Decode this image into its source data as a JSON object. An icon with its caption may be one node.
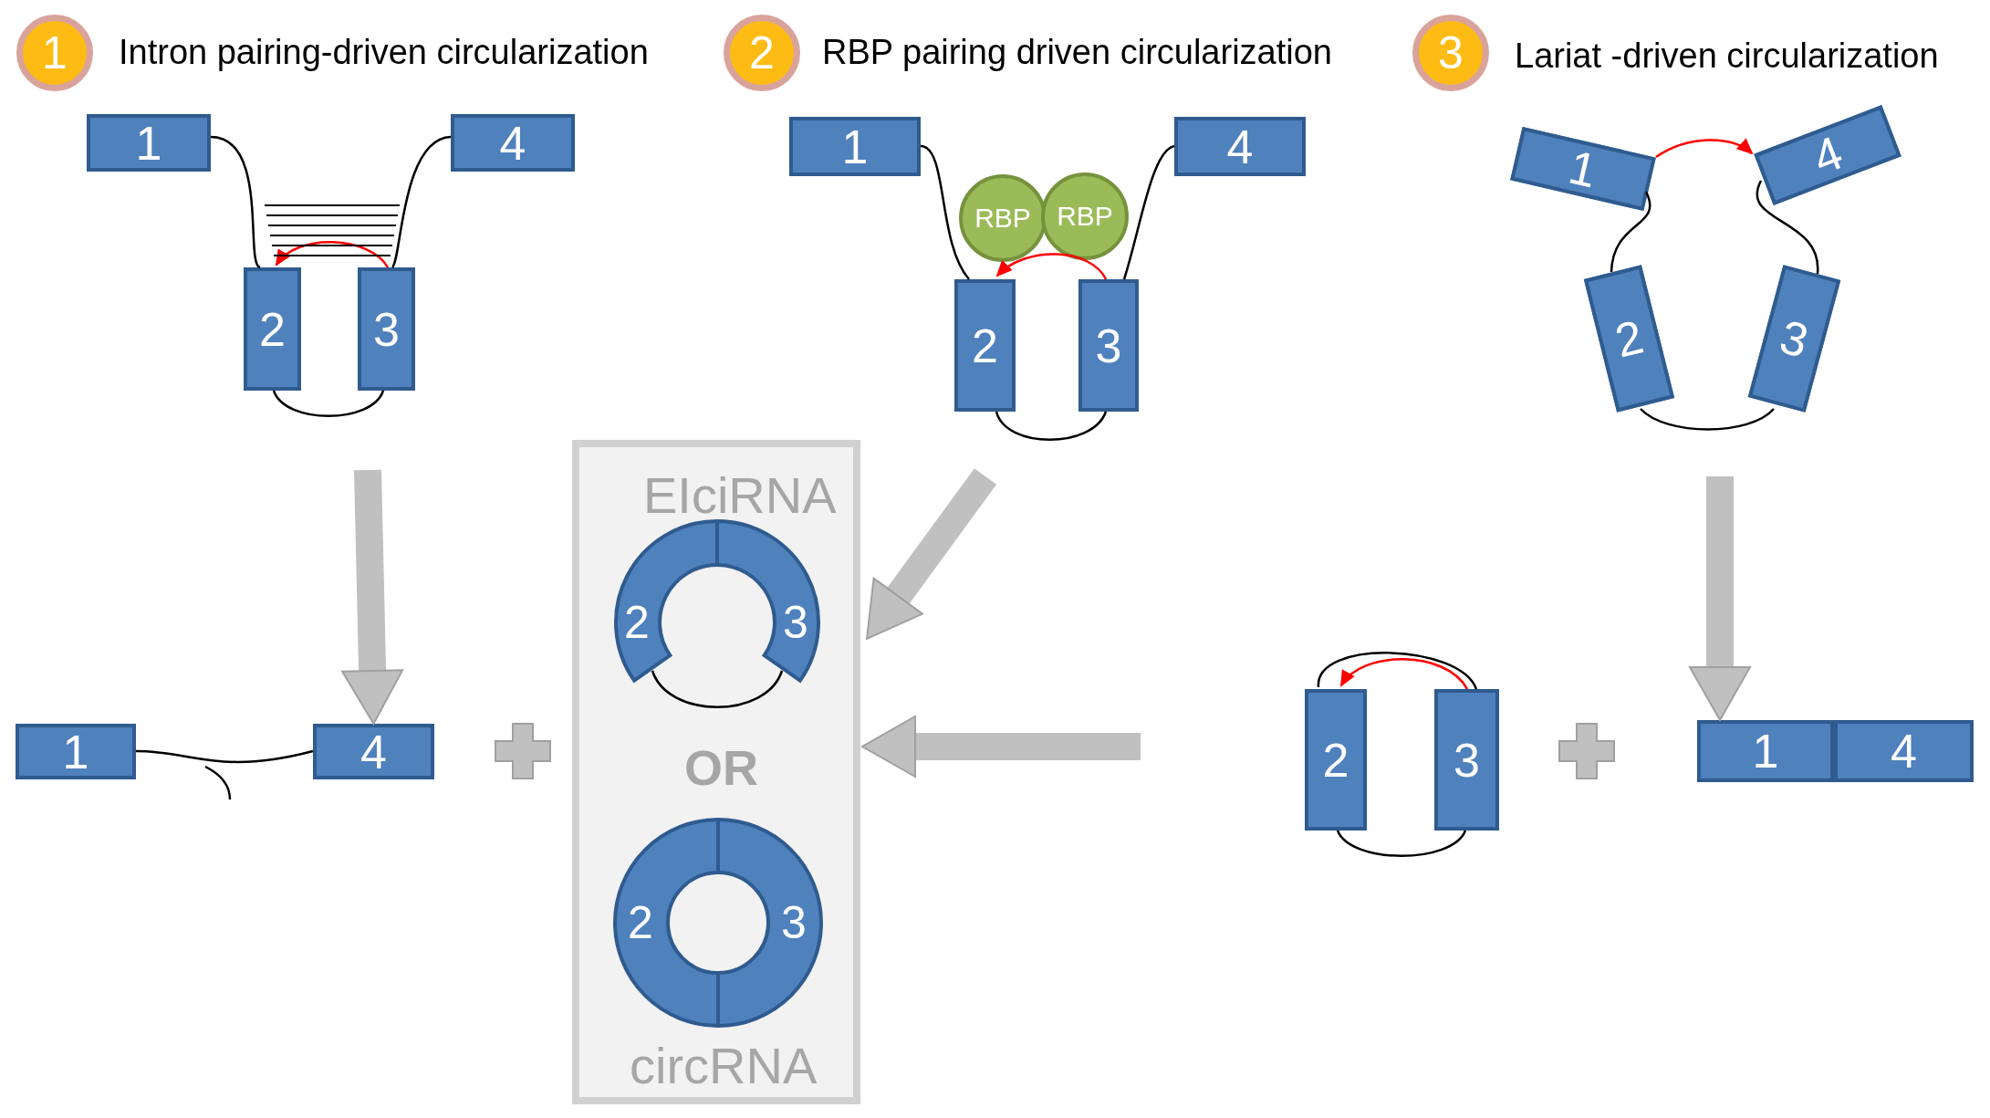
{
  "diagram": {
    "nodes": [
      {
        "text": [
          "1"
        ]
      },
      {
        "text": [
          "2"
        ]
      },
      {
        "text": [
          "3"
        ]
      },
      {
        "text": [
          "1"
        ]
      },
      {
        "text": [
          "4"
        ]
      },
      {
        "text": [
          "2"
        ]
      },
      {
        "text": [
          "3"
        ]
      },
      {
        "text": [
          "1"
        ]
      },
      {
        "text": [
          "4"
        ]
      },
      {
        "text": [
          "RBP"
        ]
      },
      {
        "text": [
          "RBP"
        ]
      },
      {
        "text": [
          "2"
        ]
      },
      {
        "text": [
          "3"
        ]
      },
      {
        "text": [
          "1"
        ]
      },
      {
        "text": [
          "4"
        ]
      },
      {
        "text": [
          "2"
        ]
      },
      {
        "text": [
          "3"
        ]
      },
      {
        "text": [
          "1"
        ]
      },
      {
        "text": [
          "4"
        ]
      },
      {
        "text": [
          "EIciRNA",
          "OR",
          "circRNA"
        ]
      },
      {
        "text": [
          "2"
        ],
        "in": 19
      },
      {
        "text": [
          "3"
        ],
        "in": 19
      },
      {
        "text": [
          "2"
        ],
        "in": 19
      },
      {
        "text": [
          "3"
        ],
        "in": 19
      },
      {
        "text": [
          "2"
        ]
      },
      {
        "text": [
          "3"
        ]
      },
      {
        "text": [
          "1"
        ]
      },
      {
        "text": [
          "4"
        ]
      }
    ],
    "edges": [
      {
        "from": 3,
        "to": 5,
        "arrow": "none"
      },
      {
        "from": 4,
        "to": 6,
        "arrow": "none"
      },
      {
        "from": 5,
        "to": 6,
        "arrow": "none"
      },
      {
        "from": 6,
        "to": 5,
        "arrow": "to",
        "color": "#ff0000"
      },
      {
        "from": 7,
        "to": 11,
        "arrow": "none"
      },
      {
        "from": 8,
        "to": 12,
        "arrow": "none"
      },
      {
        "from": 11,
        "to": 12,
        "arrow": "none"
      },
      {
        "from": 12,
        "to": 11,
        "arrow": "to",
        "color": "#ff0000"
      },
      {
        "from": 13,
        "to": 14,
        "arrow": "to",
        "color": "#ff0000"
      },
      {
        "from": 13,
        "to": 15,
        "arrow": "none"
      },
      {
        "from": 14,
        "to": 16,
        "arrow": "none"
      },
      {
        "from": 15,
        "to": 16,
        "arrow": "none"
      },
      {
        "from": 17,
        "to": 18,
        "arrow": "none"
      },
      {
        "from": 20,
        "to": 21,
        "arrow": "none"
      },
      {
        "from": 24,
        "to": 25,
        "arrow": "none"
      },
      {
        "from": 25,
        "to": 24,
        "arrow": "to",
        "color": "#ff0000"
      },
      {
        "from": null,
        "to": 18,
        "arrow": "to",
        "style": "thick",
        "color": "#c0c0c0"
      },
      {
        "from": null,
        "to": 19,
        "arrow": "to",
        "style": "thick",
        "color": "#c0c0c0"
      },
      {
        "from": null,
        "to": 26,
        "arrow": "to",
        "style": "thick",
        "color": "#c0c0c0"
      },
      {
        "from": null,
        "to": 19,
        "arrow": "to",
        "style": "thick",
        "color": "#c0c0c0"
      },
      {
        "from": 24,
        "to": 25,
        "arrow": "none"
      }
    ],
    "labels": [
      "Intron pairing-driven circularization",
      "RBP pairing driven circularization",
      "Lariat -driven circularization"
    ]
  }
}
